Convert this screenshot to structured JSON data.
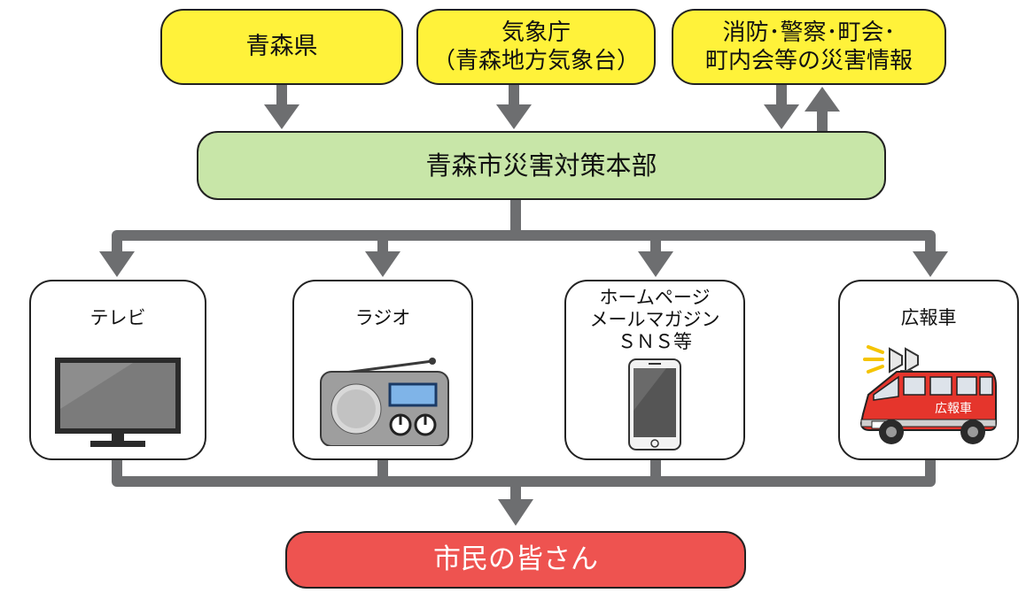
{
  "sources": {
    "prefecture": "青森県",
    "jma_line1": "気象庁",
    "jma_line2": "（青森地方気象台）",
    "local_line1": "消防･警察･町会･",
    "local_line2": "町内会等の災害情報"
  },
  "headquarters": "青森市災害対策本部",
  "media": {
    "tv": "テレビ",
    "radio": "ラジオ",
    "web": "ホームページ\nメールマガジン\nＳＮＳ等",
    "pr_car": "広報車",
    "pr_car_body_text": "広報車"
  },
  "citizens": "市民の皆さん",
  "colors": {
    "source_fill": "#fff23a",
    "hq_fill": "#c8e6a8",
    "citizen_fill": "#ee5350",
    "arrow": "#6d6e70"
  }
}
